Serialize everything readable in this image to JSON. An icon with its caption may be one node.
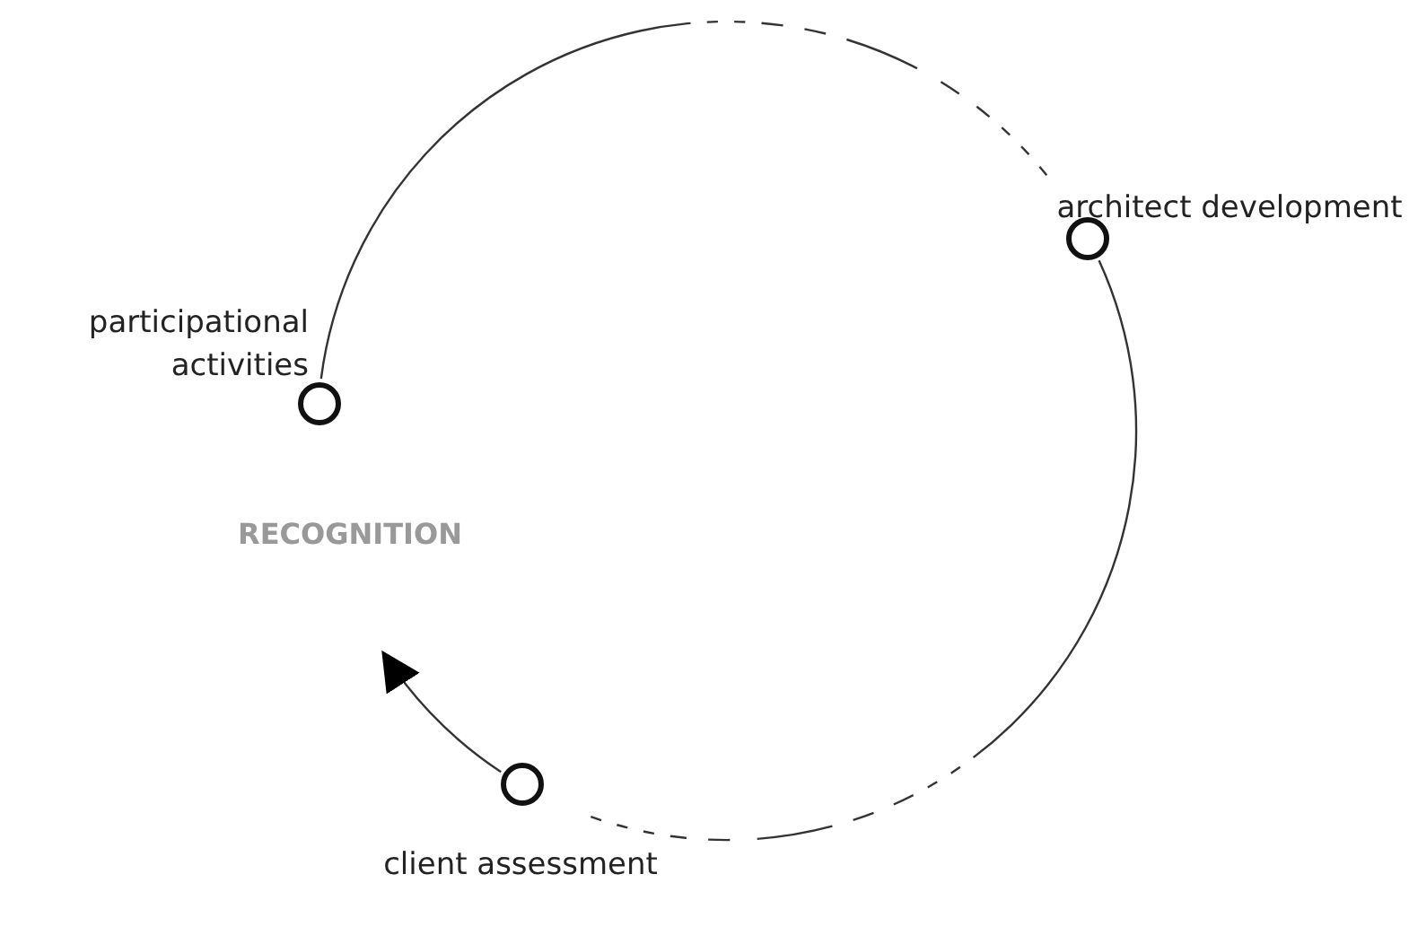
{
  "diagram": {
    "nodes": [
      {
        "text": [],
        "shape": "circle",
        "beside": [
          "participational activities"
        ]
      },
      {
        "text": [],
        "shape": "circle",
        "beside": [
          "architect development"
        ]
      },
      {
        "text": [],
        "shape": "circle",
        "beside": [
          "client assessment"
        ]
      }
    ],
    "edges": [
      {
        "from": 0,
        "to": 1,
        "arrow": "none",
        "style": "dashed"
      },
      {
        "from": 1,
        "to": 2,
        "arrow": "none",
        "style": "dashed"
      },
      {
        "from": 2,
        "to": null,
        "arrow": "to"
      }
    ],
    "labels": [
      "RECOGNITION"
    ]
  }
}
